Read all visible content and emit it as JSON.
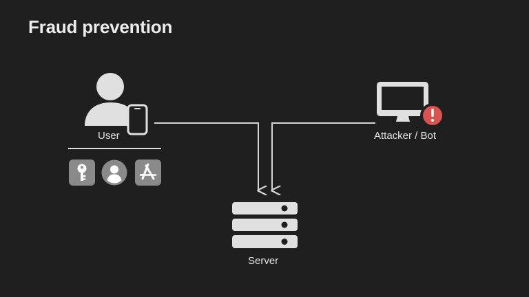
{
  "slide": {
    "title": "Fraud prevention"
  },
  "nodes": {
    "user": {
      "label": "User",
      "icon": "person-with-phone-icon"
    },
    "attacker": {
      "label": "Attacker / Bot",
      "icon": "monitor-icon",
      "badge": "!",
      "badge_color": "#d9534f"
    },
    "server": {
      "label": "Server",
      "icon": "server-rack-icon"
    }
  },
  "user_attributes": [
    {
      "icon": "key-icon"
    },
    {
      "icon": "account-icon"
    },
    {
      "icon": "app-store-icon"
    }
  ],
  "colors": {
    "background": "#1f1f1f",
    "foreground": "#e6e6e6",
    "tile": "#8a8a8a",
    "alert": "#d9534f"
  }
}
